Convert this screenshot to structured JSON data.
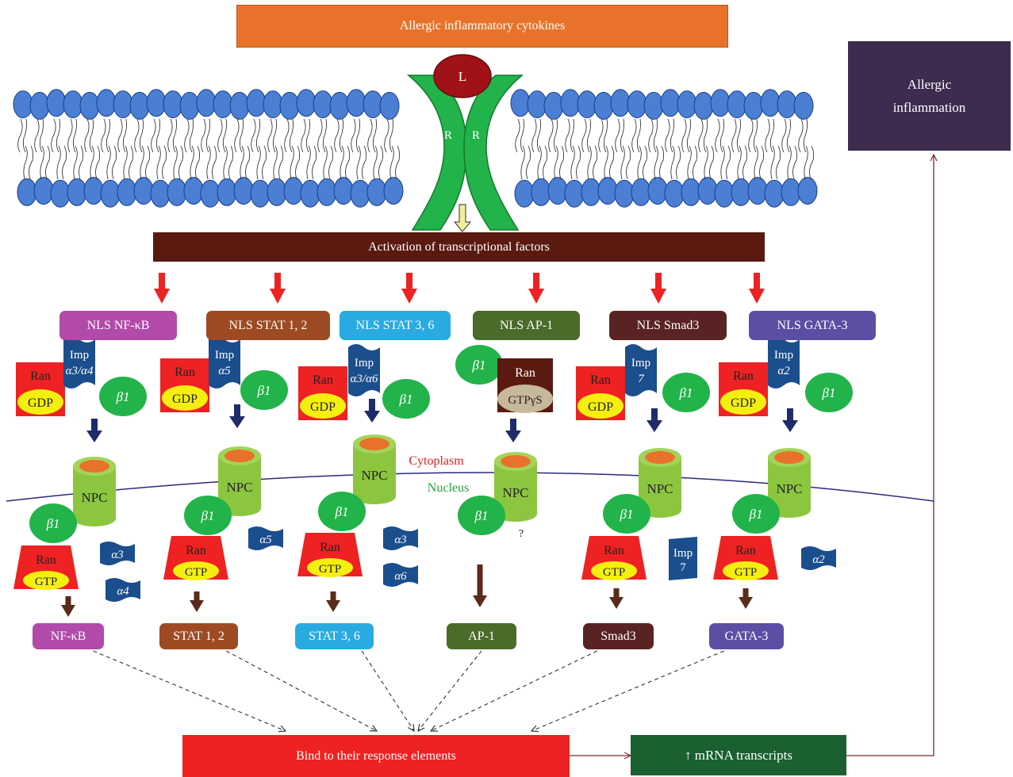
{
  "header": {
    "cytokines": "Allergic inflammatory cytokines",
    "activation": "Activation of transcriptional factors"
  },
  "receptor": {
    "ligand": "L",
    "receptor_left": "R",
    "receptor_right": "R"
  },
  "outcome": {
    "label_line1": "Allergic",
    "label_line2": "inflammation"
  },
  "compartments": {
    "cytoplasm": "Cytoplasm",
    "nucleus": "Nucleus"
  },
  "bottom": {
    "bind": "Bind to their response elements",
    "mrna": "↑ mRNA transcripts"
  },
  "common": {
    "npc": "NPC",
    "beta": "β1",
    "ran": "Ran",
    "gdp": "GDP",
    "gtp": "GTP",
    "gtp_gamma_s": "GTPγS",
    "unknown": "?"
  },
  "colors": {
    "cytokine_box": "#e8722a",
    "activation_bar": "#5a1a10",
    "outcome_box": "#3e2b50",
    "bind_box": "#ee2222",
    "mrna_box": "#1a6030",
    "red_arrow": "#ee2222",
    "dark_arrow": "#1f2b6b",
    "brown_arrow": "#5a2a1a",
    "ran": "#ee2222",
    "gdp": "#f5ef10",
    "beta": "#22b34a",
    "npc": "#8cc63f",
    "npc_top": "#e8722a",
    "imp": "#1b4e8c",
    "lipid_head": "#4a7fd4",
    "receptor": "#22b34a",
    "ligand": "#a11218"
  },
  "pathways": [
    {
      "nls": "NLS NF-κB",
      "factor": "NF-κB",
      "color": "#b24aa9",
      "imp": [
        "Imp",
        "α3/α4"
      ],
      "alphas": [
        "α3",
        "α4"
      ]
    },
    {
      "nls": "NLS STAT 1, 2",
      "factor": "STAT 1, 2",
      "color": "#9e4a22",
      "imp": [
        "Imp",
        "α5"
      ],
      "alphas": [
        "α5"
      ]
    },
    {
      "nls": "NLS STAT 3, 6",
      "factor": "STAT 3, 6",
      "color": "#29abe2",
      "imp": [
        "Imp",
        "α3/α6"
      ],
      "alphas": [
        "α3",
        "α6"
      ]
    },
    {
      "nls": "NLS AP-1",
      "factor": "AP-1",
      "color": "#4b6b2a",
      "imp": [],
      "alphas": []
    },
    {
      "nls": "NLS Smad3",
      "factor": "Smad3",
      "color": "#5a2323",
      "imp": [
        "Imp",
        "7"
      ],
      "alphas": [
        "Imp",
        "7"
      ]
    },
    {
      "nls": "NLS GATA-3",
      "factor": "GATA-3",
      "color": "#5b4ea5",
      "imp": [
        "Imp",
        "α2"
      ],
      "alphas": [
        "α2"
      ]
    }
  ]
}
